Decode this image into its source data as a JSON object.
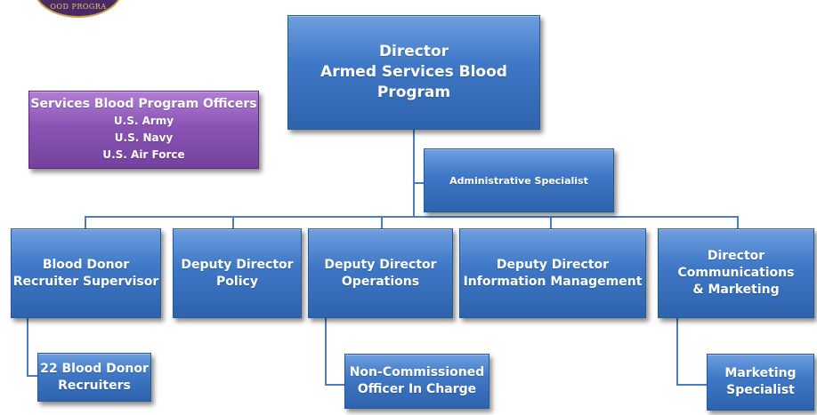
{
  "logo": {
    "text": "OOD PROGRA"
  },
  "director": {
    "lines": [
      "Director",
      "Armed Services Blood",
      "Program"
    ]
  },
  "sbpo": {
    "title": "Services Blood Program Officers",
    "items": [
      "U.S. Army",
      "U.S. Navy",
      "U.S. Air Force"
    ]
  },
  "admin": {
    "label": "Administrative Specialist"
  },
  "recruiter_supervisor": {
    "lines": [
      "Blood Donor",
      "Recruiter Supervisor"
    ]
  },
  "deputy_policy": {
    "lines": [
      "Deputy Director",
      "Policy"
    ]
  },
  "deputy_operations": {
    "lines": [
      "Deputy Director",
      "Operations"
    ]
  },
  "deputy_info": {
    "lines": [
      "Deputy Director",
      "Information Management"
    ]
  },
  "director_comm": {
    "lines": [
      "Director",
      "Communications",
      "& Marketing"
    ]
  },
  "recruiters": {
    "lines": [
      "22 Blood Donor",
      "Recruiters"
    ]
  },
  "nco": {
    "lines": [
      "Non-Commissioned",
      "Officer In Charge"
    ]
  },
  "marketing": {
    "lines": [
      "Marketing",
      "Specialist"
    ]
  }
}
